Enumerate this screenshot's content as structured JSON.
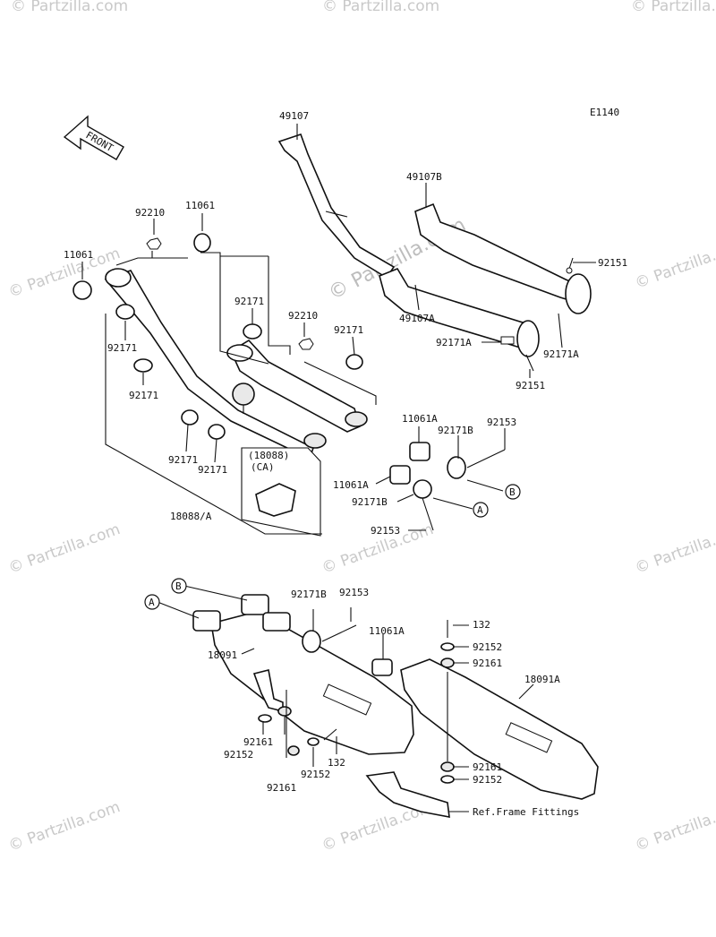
{
  "diagram": {
    "code": "E1140",
    "front_label": "FRONT",
    "watermark": "© Partzilla.com",
    "watermark_center": "© Partzilla.com",
    "callouts": {
      "p49107": "49107",
      "p49107B": "49107B",
      "p92151_top": "92151",
      "p49107A": "49107A",
      "p92171A_left": "92171A",
      "p92171A_right": "92171A",
      "p92151_bottom": "92151",
      "p92210_left": "92210",
      "p11061_top": "11061",
      "p11061_left": "11061",
      "p92171_mid": "92171",
      "p92210_mid": "92210",
      "p92171_right": "92171",
      "p92171_a": "92171",
      "p92171_b": "92171",
      "p92171_c": "92171",
      "p92171_d": "92171",
      "p18088_ref": "(18088)",
      "p18088_ca": "(CA)",
      "p18088A": "18088/A",
      "p11061A_top": "11061A",
      "p92153_top": "92153",
      "p92171B_top": "92171B",
      "p11061A_mid": "11061A",
      "p92171B_mid": "92171B",
      "p92153_mid": "92153",
      "ref_A": "A",
      "ref_B": "B",
      "p92171B_low": "92171B",
      "p92153_low": "92153",
      "p11061A_low": "11061A",
      "p132_top": "132",
      "p92152_top": "92152",
      "p92161_top": "92161",
      "p18091": "18091",
      "p18091A": "18091A",
      "p92161_left": "92161",
      "p92152_left": "92152",
      "p132_left": "132",
      "p92152_mid": "92152",
      "p92161_mid": "92161",
      "p92161_right": "92161",
      "p92152_right": "92152",
      "ref_frame": "Ref.Frame Fittings"
    }
  }
}
